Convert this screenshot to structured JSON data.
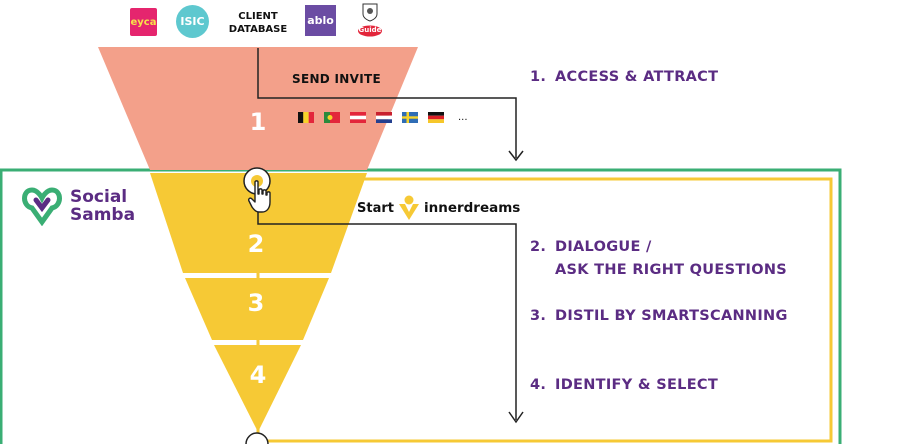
{
  "partners": {
    "eyca": "eyca",
    "isic": "ISIC",
    "client_db": "CLIENT\nDATABASE",
    "ablo": "ablo",
    "guide": "Guide"
  },
  "send_invite": "SEND INVITE",
  "flags_more": "...",
  "flags": [
    "Belgium",
    "Portugal",
    "Austria",
    "Netherlands",
    "Sweden",
    "Germany"
  ],
  "funnel": {
    "stage_numbers": [
      "1",
      "2",
      "3",
      "4"
    ]
  },
  "brand": {
    "line1": "Social",
    "line2": "Samba"
  },
  "start": {
    "label": "Start",
    "brand": "innerdreams"
  },
  "steps": [
    {
      "num": "1.",
      "text": "ACCESS & ATTRACT"
    },
    {
      "num": "2.",
      "text": "DIALOGUE /"
    },
    {
      "num": "",
      "text": "ASK THE RIGHT QUESTIONS"
    },
    {
      "num": "3.",
      "text": "DISTIL BY SMARTSCANNING"
    },
    {
      "num": "4.",
      "text": "IDENTIFY & SELECT"
    }
  ],
  "colors": {
    "salmon": "#f3a08a",
    "yellow": "#f6c935",
    "green": "#3aae74",
    "purple": "#5b2c83",
    "ablo": "#6b4ca3",
    "isic": "#5ec8cf",
    "eyca": "#e5256e"
  }
}
